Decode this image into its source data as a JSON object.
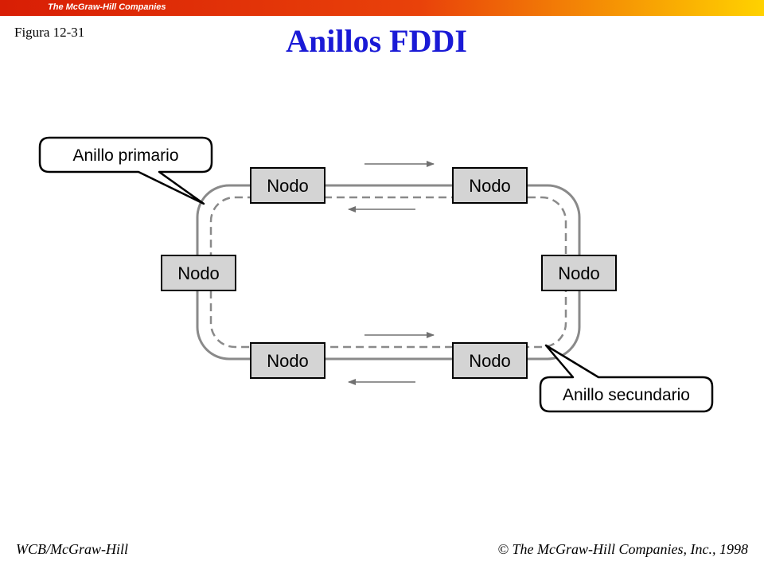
{
  "header": {
    "publisher": "The McGraw-Hill Companies",
    "figure_label": "Figura 12-31",
    "title": "Anillos FDDI",
    "bar_colors": [
      "#d81e05",
      "#ffd200"
    ]
  },
  "diagram": {
    "nodes": [
      "Nodo",
      "Nodo",
      "Nodo",
      "Nodo",
      "Nodo",
      "Nodo"
    ],
    "primary_ring_label": "Anillo primario",
    "secondary_ring_label": "Anillo secundario",
    "node_fill": "#d4d4d4",
    "ring_color": "#8a8a8a"
  },
  "footer": {
    "left": "WCB/McGraw-Hill",
    "copyright_symbol": "©",
    "right": "The McGraw-Hill Companies, Inc., 1998"
  }
}
